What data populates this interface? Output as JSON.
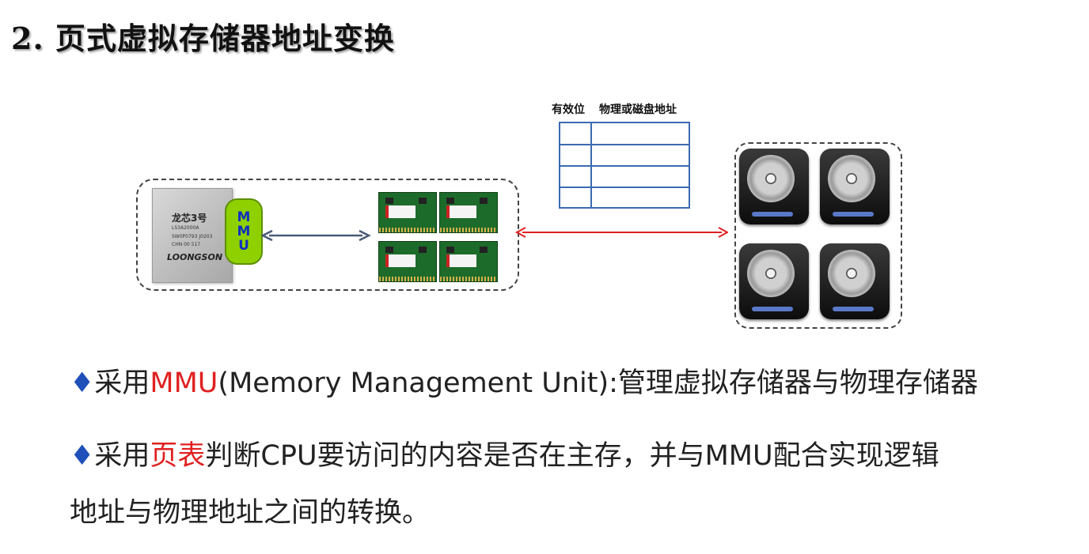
{
  "title": "2. 页式虚拟存储器地址变换",
  "diagram": {
    "cpu": {
      "brand": "龙芯3号",
      "model": "LS3A2000A",
      "code_line1": "SW0P0793  J0203",
      "code_line2": "CHN  00  517",
      "maker": "LOONGSON"
    },
    "mmu": {
      "letters": [
        "M",
        "M",
        "U"
      ],
      "color": "#8fd000"
    },
    "page_table": {
      "col1_header": "有效位",
      "col2_header": "物理或磁盘地址",
      "rows": 4
    },
    "colors": {
      "arrow_cpu_ram": "#4a5a78",
      "arrow_ram_disk": "#e02020",
      "table_border": "#3b6ab0"
    }
  },
  "bullets": [
    {
      "prefix": "采用",
      "highlight": "MMU",
      "rest": "(Memory Management Unit):管理虚拟存储器与物理存储器"
    },
    {
      "prefix": "采用",
      "highlight": "页表",
      "rest": "判断CPU要访问的内容是否在主存，并与MMU配合实现逻辑",
      "line2": "地址与物理地址之间的转换。"
    }
  ],
  "bullet_symbol": "♦"
}
